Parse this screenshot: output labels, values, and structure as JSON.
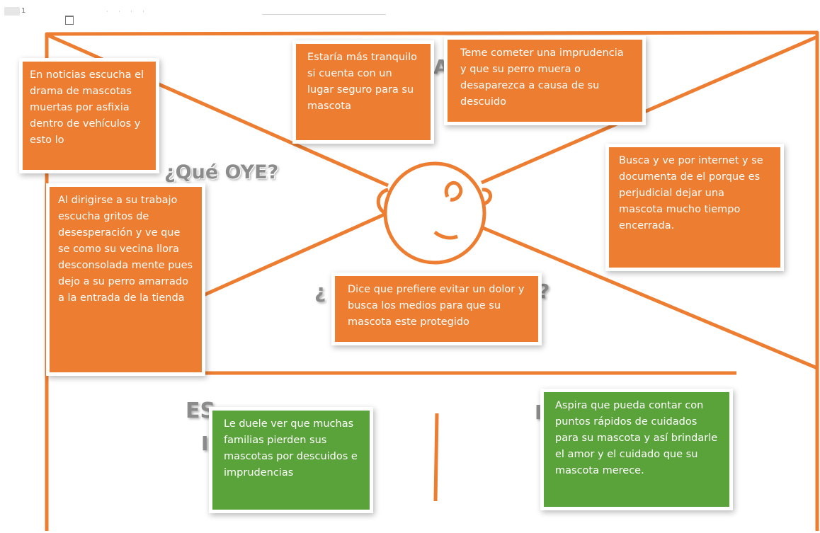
{
  "ruler": {
    "page_number": "1"
  },
  "colors": {
    "frame": "#ed7d31",
    "card_orange": "#ed7d31",
    "card_green": "#5aa33b",
    "heading": "#8c8c8c"
  },
  "headings": {
    "oye": "¿Qué OYE?"
  },
  "cards": {
    "noticias": "En noticias escucha el drama de mascotas muertas por asfixia dentro de vehículos  y esto lo",
    "tranquilo": "Estaría más tranquilo si cuenta con un lugar seguro para su mascota",
    "teme": "Teme cometer una imprudencia y que su perro muera o desaparezca a causa de su descuido",
    "internet": "Busca y ve por  internet y se documenta de el porque es perjudicial dejar una mascota mucho tiempo encerrada.",
    "trabajo": "Al dirigirse a su trabajo escucha gritos de desesperación y ve que se como su vecina llora desconsolada mente pues dejo a su perro amarrado a la entrada de la tienda",
    "dolor": "Dice que prefiere evitar un dolor y busca los medios para que su mascota este protegido",
    "duele": "Le duele ver que muchas familias pierden sus mascotas por descuidos e imprudencias",
    "aspira": "Aspira que pueda contar con puntos rápidos de cuidados para su mascota y así brindarle el amor y el cuidado que su mascota merece."
  }
}
